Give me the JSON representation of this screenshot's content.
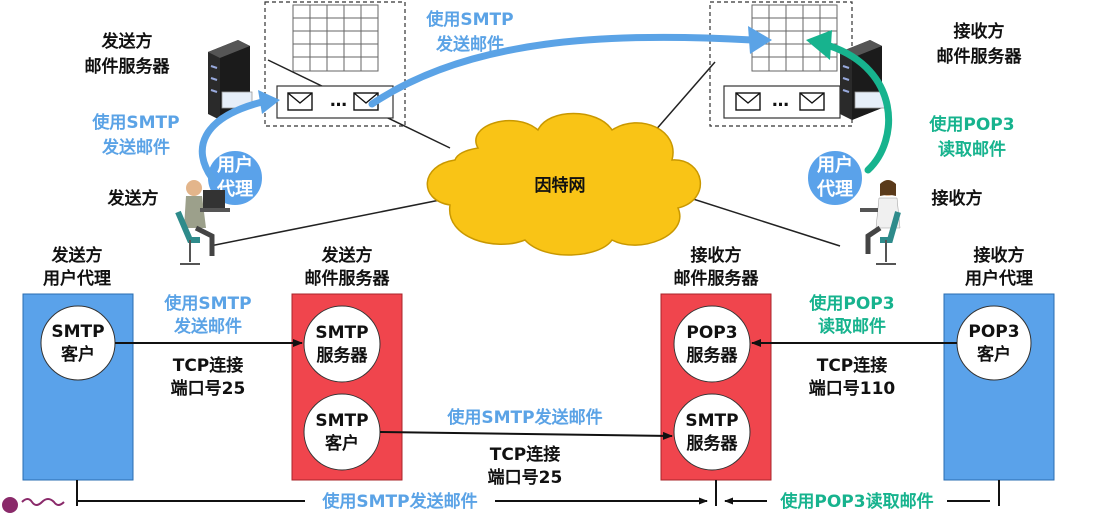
{
  "top": {
    "sender_server_label": [
      "发送方",
      "邮件服务器"
    ],
    "receiver_server_label": [
      "接收方",
      "邮件服务器"
    ],
    "smtp_send_top": [
      "使用SMTP",
      "发送邮件"
    ],
    "smtp_send_left": [
      "使用SMTP",
      "发送邮件"
    ],
    "pop3_read_right": [
      "使用POP3",
      "读取邮件"
    ],
    "user_agent": [
      "用户",
      "代理"
    ],
    "sender": "发送方",
    "receiver": "接收方",
    "internet": "因特网",
    "ellipsis": "…"
  },
  "bottom": {
    "sender_ua_title": [
      "发送方",
      "用户代理"
    ],
    "sender_server_title": [
      "发送方",
      "邮件服务器"
    ],
    "receiver_server_title": [
      "接收方",
      "邮件服务器"
    ],
    "receiver_ua_title": [
      "接收方",
      "用户代理"
    ],
    "smtp_client_1": [
      "SMTP",
      "客户"
    ],
    "smtp_server_1": [
      "SMTP",
      "服务器"
    ],
    "smtp_client_2": [
      "SMTP",
      "客户"
    ],
    "pop3_server": [
      "POP3",
      "服务器"
    ],
    "smtp_server_2": [
      "SMTP",
      "服务器"
    ],
    "pop3_client": [
      "POP3",
      "客户"
    ],
    "smtp_send_1": [
      "使用SMTP",
      "发送邮件"
    ],
    "tcp_25_a": [
      "TCP连接",
      "端口号25"
    ],
    "smtp_send_2": "使用SMTP发送邮件",
    "tcp_25_b": [
      "TCP连接",
      "端口号25"
    ],
    "pop3_read": [
      "使用POP3",
      "读取邮件"
    ],
    "tcp_110": [
      "TCP连接",
      "端口号110"
    ],
    "bottom_smtp": "使用SMTP发送邮件",
    "bottom_pop3": "使用POP3读取邮件"
  },
  "colors": {
    "blue_arrow": "#5ba3e6",
    "green_arrow": "#17b38e",
    "ua_box": "#5aa2ea",
    "server_box": "#f0454d",
    "cloud": "#f9c416"
  }
}
